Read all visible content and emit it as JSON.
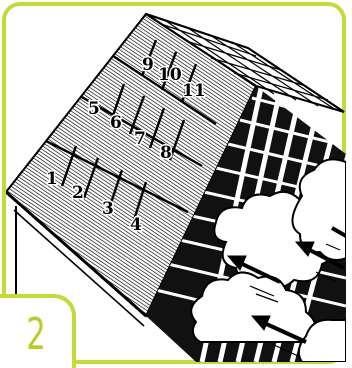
{
  "step": {
    "number": "2"
  },
  "illustration": {
    "subject": "roof-shingle-installation",
    "shingle_numbers": [
      "1",
      "2",
      "3",
      "4",
      "5",
      "6",
      "7",
      "8",
      "9",
      "10",
      "11"
    ],
    "wind_arrow_count": 4,
    "cloud_count": 4
  },
  "colors": {
    "frame": "#c5d93b",
    "badge_text": "#b8cc2a",
    "ink": "#000000",
    "paper": "#ffffff"
  }
}
